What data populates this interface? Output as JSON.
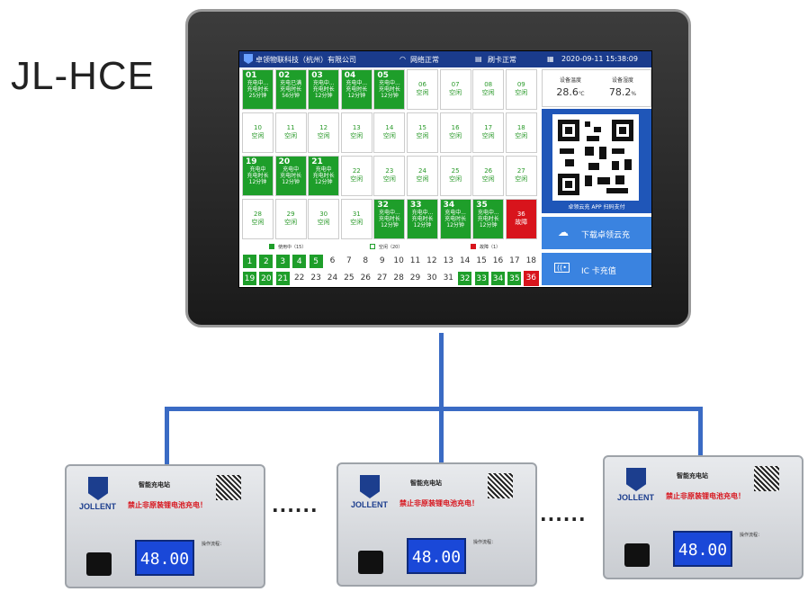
{
  "model": "JL-HCE",
  "panel": {
    "company": "卓领物联科技（杭州）有限公司",
    "network": "网络正常",
    "reader": "刷卡正常",
    "datetime": "2020-09-11 15:38:09",
    "temp_label": "设备温度",
    "temp_value": "28.6",
    "temp_unit": "℃",
    "hum_label": "设备湿度",
    "hum_value": "78.2",
    "hum_unit": "%",
    "qr_caption": "卓领云充 APP 扫码支付",
    "download_label": "下载卓领云充",
    "ic_label": "IC 卡充值",
    "legend": {
      "busy": "使用中（15）",
      "idle": "空闲（20）",
      "fault": "故障（1）"
    },
    "tiles": [
      {
        "num": "01",
        "status": "充电中..."
      },
      {
        "num": "02",
        "status": "充电已满"
      },
      {
        "num": "03",
        "status": "充电中..."
      },
      {
        "num": "04",
        "status": "充电中..."
      },
      {
        "num": "05",
        "status": "充电中..."
      },
      {
        "num": "06",
        "status": "空闲"
      },
      {
        "num": "07",
        "status": "空闲"
      },
      {
        "num": "08",
        "status": "空闲"
      },
      {
        "num": "09",
        "status": "空闲"
      },
      {
        "num": "10",
        "status": "空闲"
      },
      {
        "num": "11",
        "status": "空闲"
      },
      {
        "num": "12",
        "status": "空闲"
      },
      {
        "num": "13",
        "status": "空闲"
      },
      {
        "num": "14",
        "status": "空闲"
      },
      {
        "num": "15",
        "status": "空闲"
      },
      {
        "num": "16",
        "status": "空闲"
      },
      {
        "num": "17",
        "status": "空闲"
      },
      {
        "num": "18",
        "status": "空闲"
      },
      {
        "num": "19",
        "status": "充电中"
      },
      {
        "num": "20",
        "status": "充电中"
      },
      {
        "num": "21",
        "status": "充电中"
      },
      {
        "num": "22",
        "status": "空闲"
      },
      {
        "num": "23",
        "status": "空闲"
      },
      {
        "num": "24",
        "status": "空闲"
      },
      {
        "num": "25",
        "status": "空闲"
      },
      {
        "num": "26",
        "status": "空闲"
      },
      {
        "num": "27",
        "status": "空闲"
      },
      {
        "num": "28",
        "status": "空闲"
      },
      {
        "num": "29",
        "status": "空闲"
      },
      {
        "num": "30",
        "status": "空闲"
      },
      {
        "num": "31",
        "status": "空闲"
      },
      {
        "num": "32",
        "status": "充电中..."
      },
      {
        "num": "33",
        "status": "充电中..."
      },
      {
        "num": "34",
        "status": "充电中..."
      },
      {
        "num": "35",
        "status": "充电中..."
      },
      {
        "num": "36",
        "status": "故障"
      }
    ],
    "tile_detail": [
      "充电时长",
      "25分钟",
      "56分钟",
      "12分钟"
    ],
    "row1": [
      "1",
      "2",
      "3",
      "4",
      "5",
      "6",
      "7",
      "8",
      "9",
      "10",
      "11",
      "12",
      "13",
      "14",
      "15",
      "16",
      "17",
      "18"
    ],
    "row2": [
      "19",
      "20",
      "21",
      "22",
      "23",
      "24",
      "25",
      "26",
      "27",
      "28",
      "29",
      "30",
      "31",
      "32",
      "33",
      "34",
      "35",
      "36"
    ]
  },
  "unit": {
    "brand": "JOLLENT",
    "title": "智能充电站",
    "warning": "禁止非原装锂电池充电！",
    "display": "48.00",
    "ops_title": "操作流程："
  },
  "ellipsis": "......",
  "colors": {
    "busy": "#1e9e2a",
    "fault": "#d8141c",
    "wire": "#3a6bc4",
    "header": "#1a3b8c"
  }
}
